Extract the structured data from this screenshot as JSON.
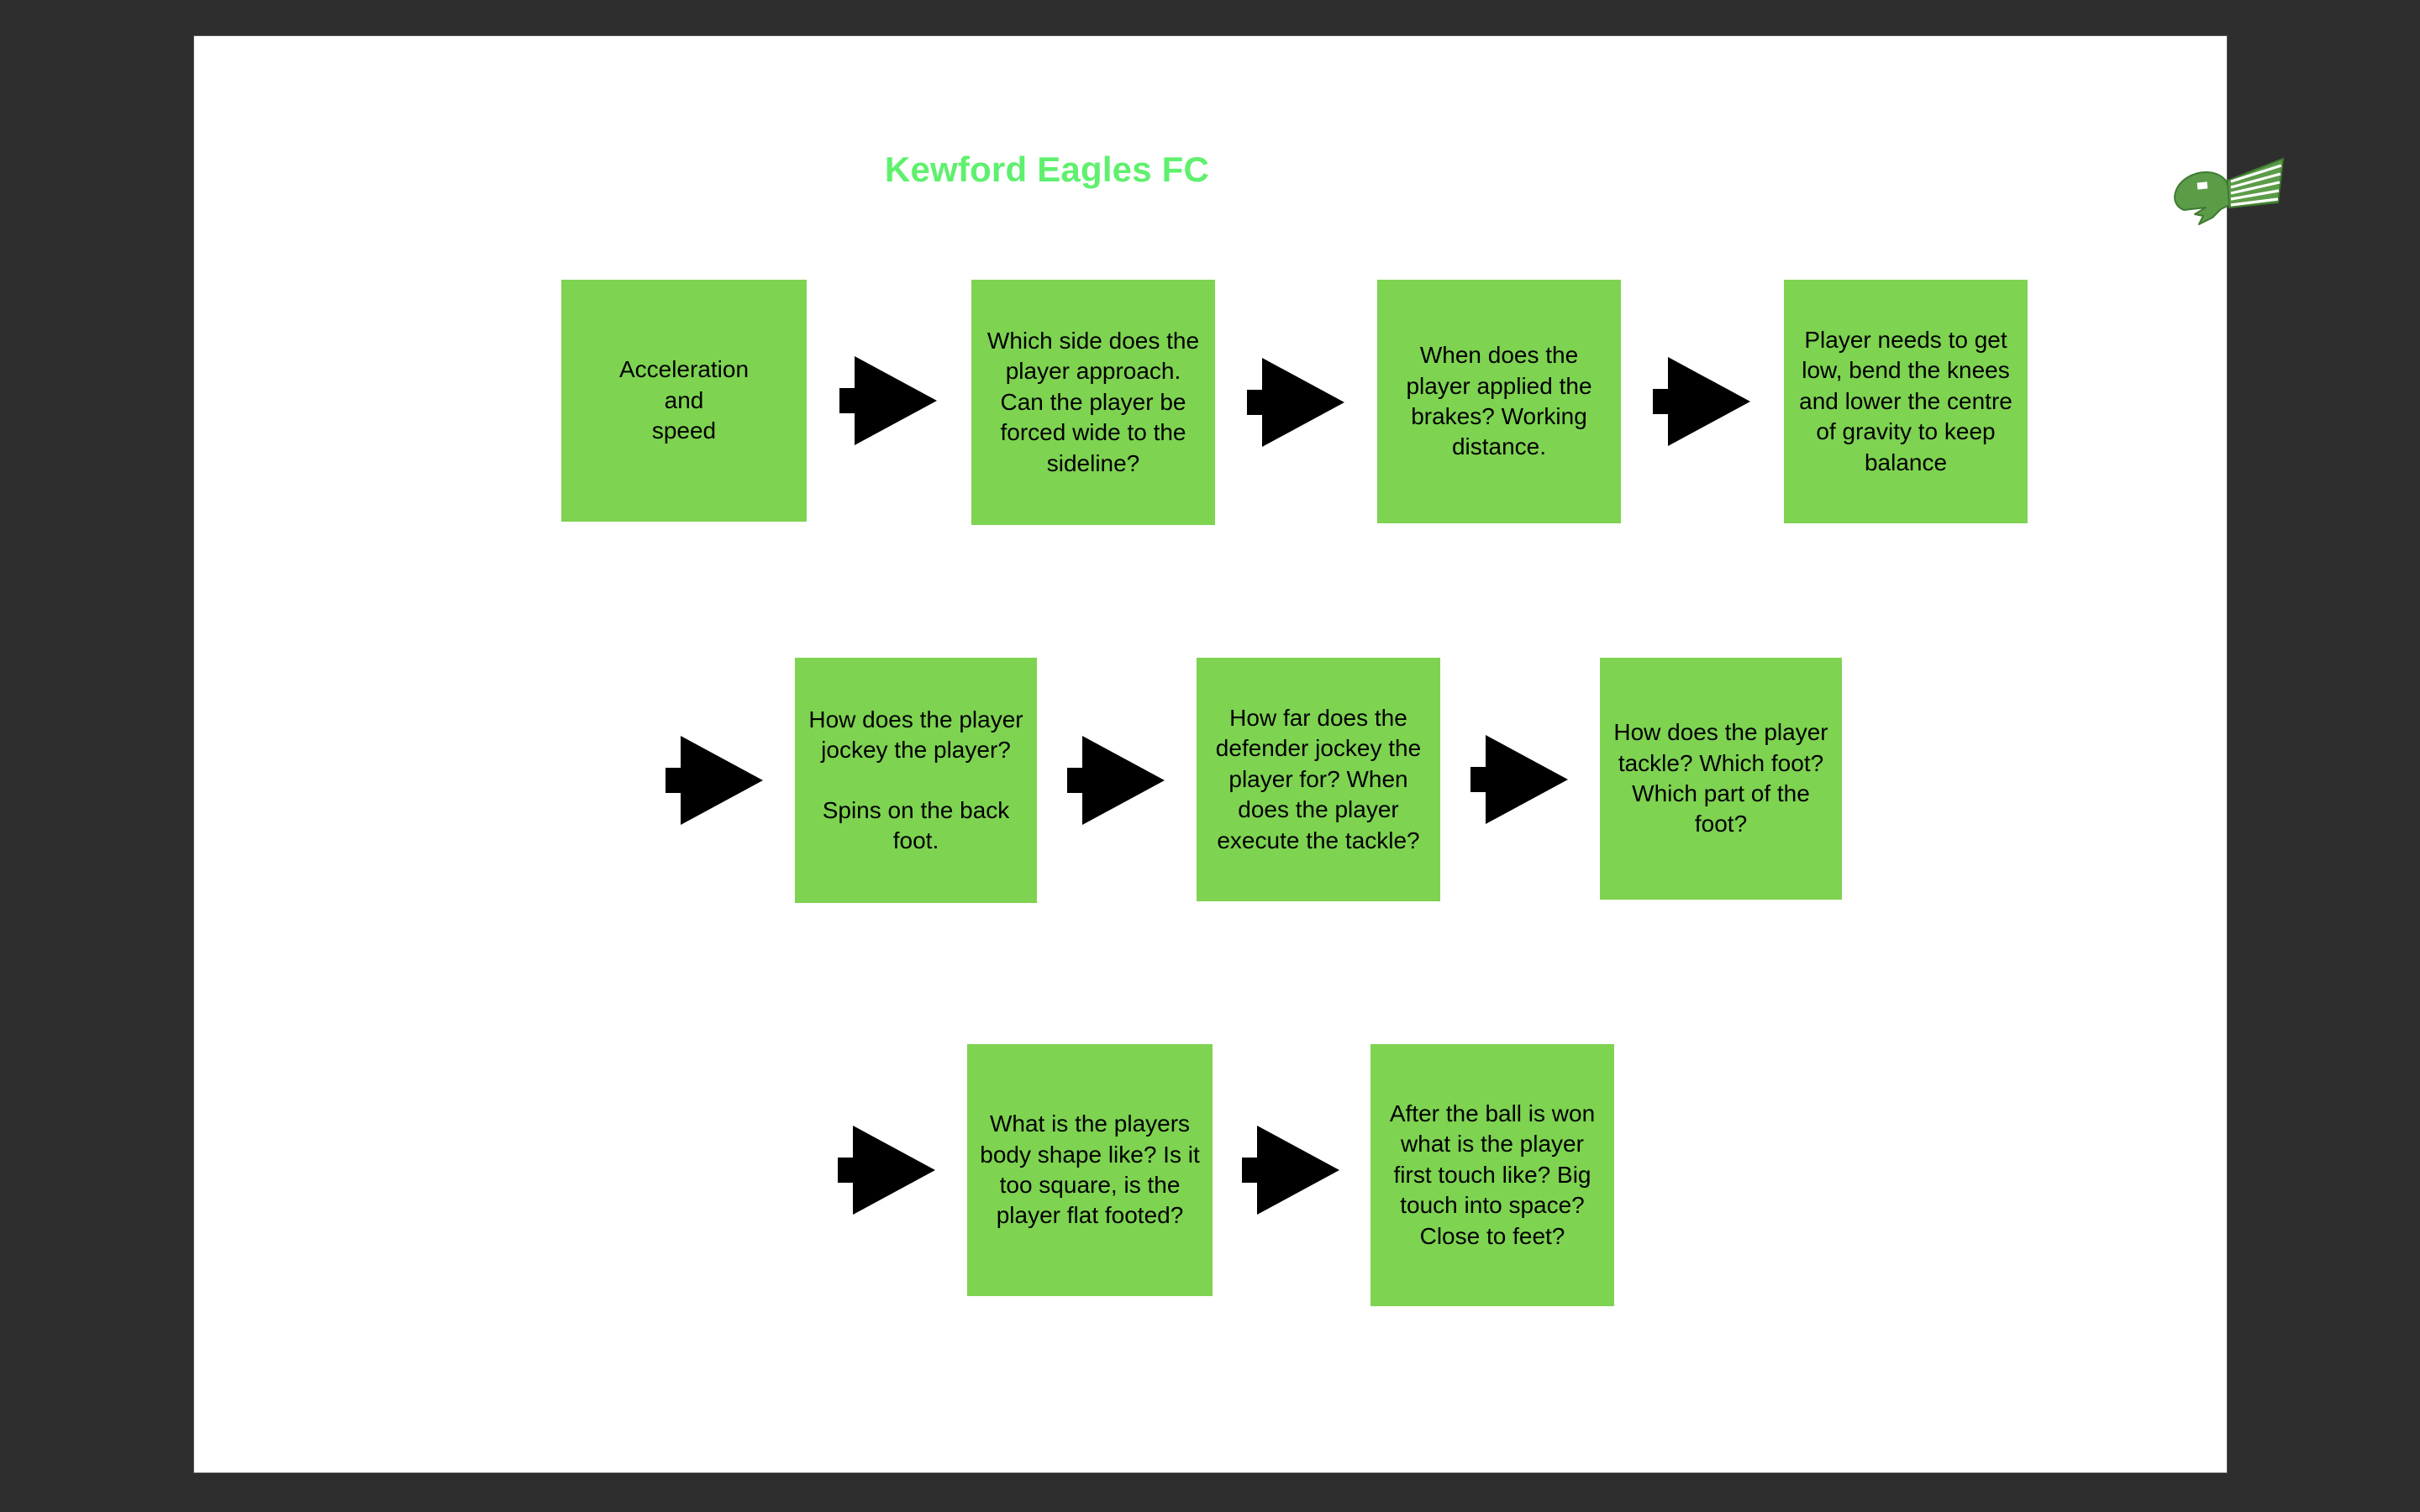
{
  "slide": {
    "title": "Kewford Eagles FC",
    "title_color": "#5ff06e",
    "background_color": "#ffffff",
    "canvas_background_color": "#2e2e2e",
    "node_fill_color": "#7ed351",
    "node_text_color": "#000000",
    "arrow_color": "#000000",
    "logo": {
      "name": "kewford-eagles-logo",
      "description": "Green eagle head with striped wing",
      "color": "#4b8b3b"
    }
  },
  "rows": [
    {
      "id": "row-1",
      "nodes": [
        {
          "id": "node-1",
          "lines": [
            "Acceleration\nand\nspeed"
          ]
        },
        {
          "id": "node-2",
          "lines": [
            "Which side does the player approach. Can the player be forced wide to the sideline?"
          ]
        },
        {
          "id": "node-3",
          "lines": [
            "When does the player applied the brakes? Working distance."
          ]
        },
        {
          "id": "node-4",
          "lines": [
            "Player needs to get low, bend the knees and lower the centre of gravity to keep balance"
          ]
        }
      ]
    },
    {
      "id": "row-2",
      "nodes": [
        {
          "id": "node-5",
          "lines": [
            "How does the player jockey the player?",
            "Spins on the back foot."
          ]
        },
        {
          "id": "node-6",
          "lines": [
            "How far does the defender jockey the player for? When does the player execute the tackle?"
          ]
        },
        {
          "id": "node-7",
          "lines": [
            "How does the player tackle? Which foot? Which part of the foot?"
          ]
        }
      ]
    },
    {
      "id": "row-3",
      "nodes": [
        {
          "id": "node-8",
          "lines": [
            "What is the players body shape like? Is it too square, is the player flat footed?"
          ]
        },
        {
          "id": "node-9",
          "lines": [
            "After the ball is won what is the player first touch like? Big touch into space? Close to feet?"
          ]
        }
      ]
    }
  ],
  "nodes": {
    "node_1_text": "Acceleration\nand\nspeed",
    "node_2_text": "Which side does the player approach. Can the player be forced wide to the sideline?",
    "node_3_text": "When does the player applied the brakes? Working distance.",
    "node_4_text": "Player needs to get low, bend the knees and lower the centre of gravity to keep balance",
    "node_5_text_a": "How does the player jockey the player?",
    "node_5_text_b": "Spins on the back foot.",
    "node_6_text": "How far does the defender jockey the player for? When does the player execute the tackle?",
    "node_7_text": "How does the player tackle? Which foot? Which part of the foot?",
    "node_8_text": "What is the players body shape like? Is it too square, is the player flat footed?",
    "node_9_text": "After the ball is won what is the player first touch like? Big touch into space? Close to feet?"
  },
  "arrows": {
    "icon_name": "right-block-arrow-icon",
    "count": 8
  }
}
